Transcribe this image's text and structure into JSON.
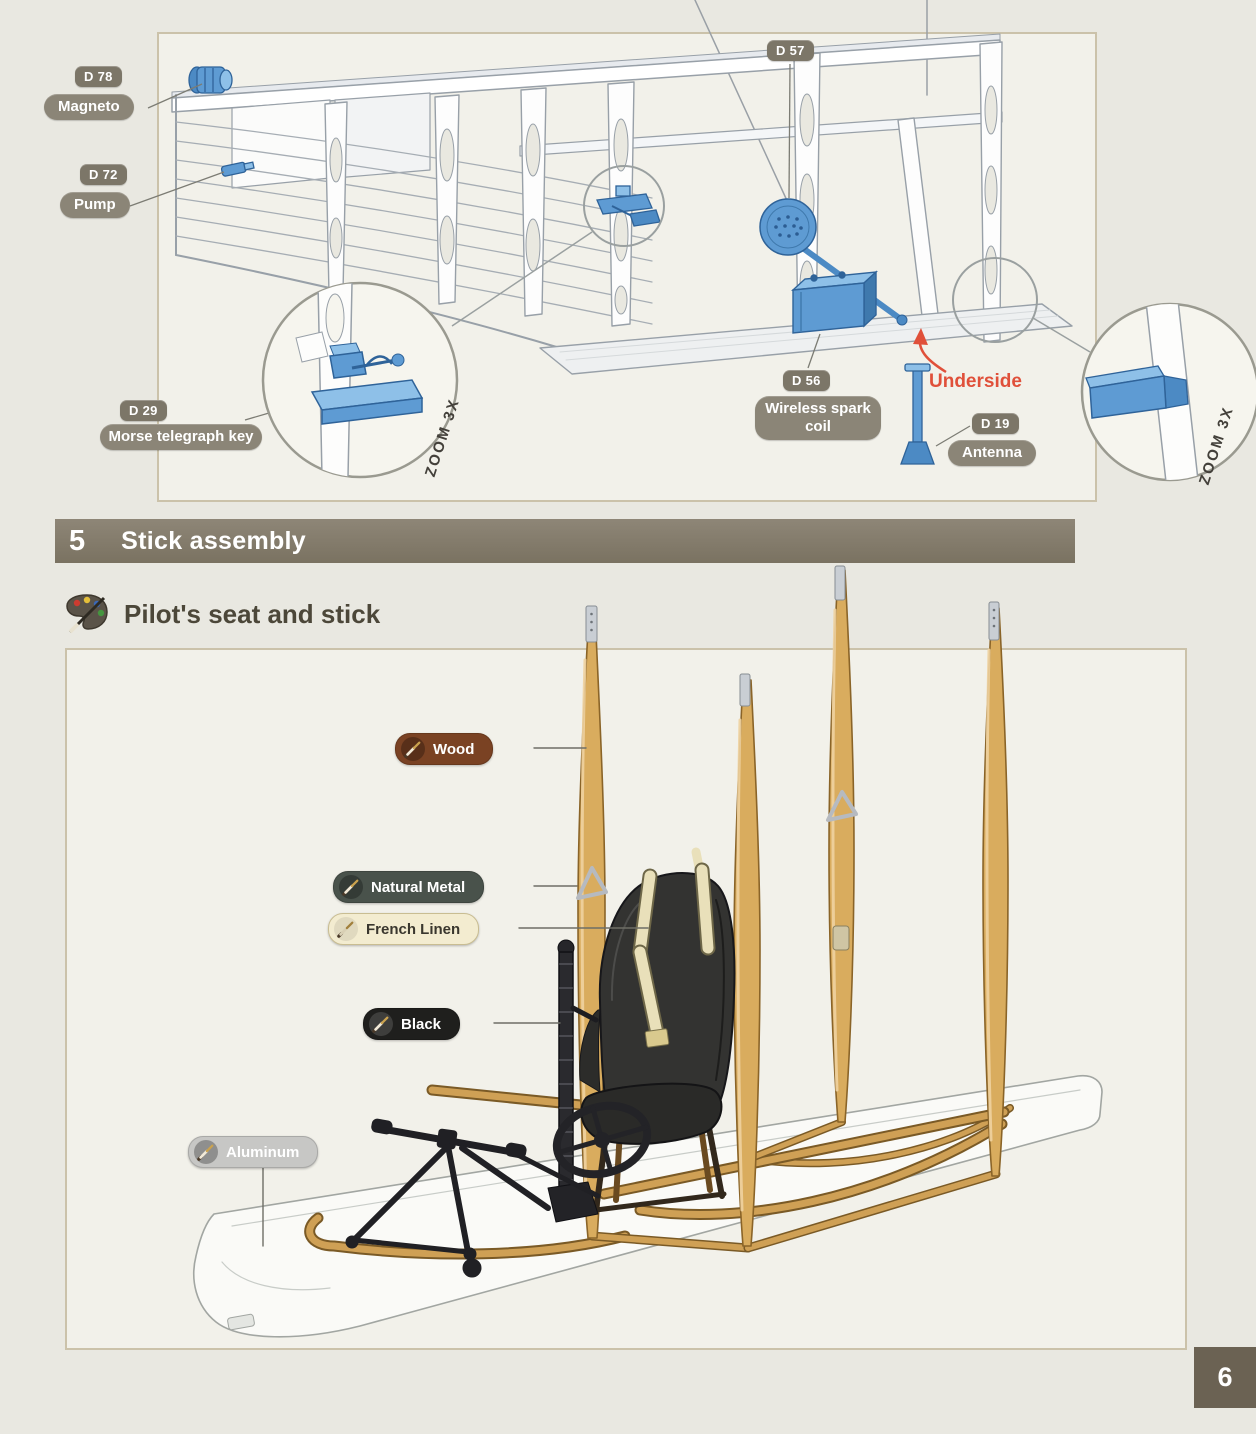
{
  "page": {
    "number": "6"
  },
  "top_panel": {
    "callouts": {
      "d78": {
        "part": "D 78",
        "label": "Magneto"
      },
      "d72": {
        "part": "D 72",
        "label": "Pump"
      },
      "d29": {
        "part": "D 29",
        "label": "Morse telegraph key"
      },
      "d57": {
        "part": "D 57"
      },
      "d56": {
        "part": "D 56",
        "label": "Wireless spark coil"
      },
      "d19": {
        "part": "D 19",
        "label": "Antenna"
      },
      "underside_label": "Underside",
      "zoom_left_label": "ZOOM 3X",
      "zoom_right_label": "ZOOM 3X"
    }
  },
  "section": {
    "number": "5",
    "title": "Stick assembly"
  },
  "subsection": {
    "title": "Pilot's seat and stick"
  },
  "paints": [
    {
      "label": "Wood",
      "bg": "#7a4223",
      "fg": "#ffffff"
    },
    {
      "label": "Natural Metal",
      "bg": "#49524b",
      "fg": "#ffffff"
    },
    {
      "label": "French Linen",
      "bg": "#f3ecd0",
      "fg": "#3a372e"
    },
    {
      "label": "Black",
      "bg": "#1f1f1d",
      "fg": "#ffffff"
    },
    {
      "label": "Aluminum",
      "bg": "#c7c7c5",
      "fg": "#ffffff"
    }
  ],
  "colors": {
    "callout_pill": "#8b8577",
    "part_badge": "#7c7668",
    "section_bar": "#857d6d",
    "underside_text": "#e0503a",
    "highlight_blue": "#5e9bd3",
    "wood_strut": "#d9ac5e",
    "page_bg": "#e9e8e1"
  }
}
